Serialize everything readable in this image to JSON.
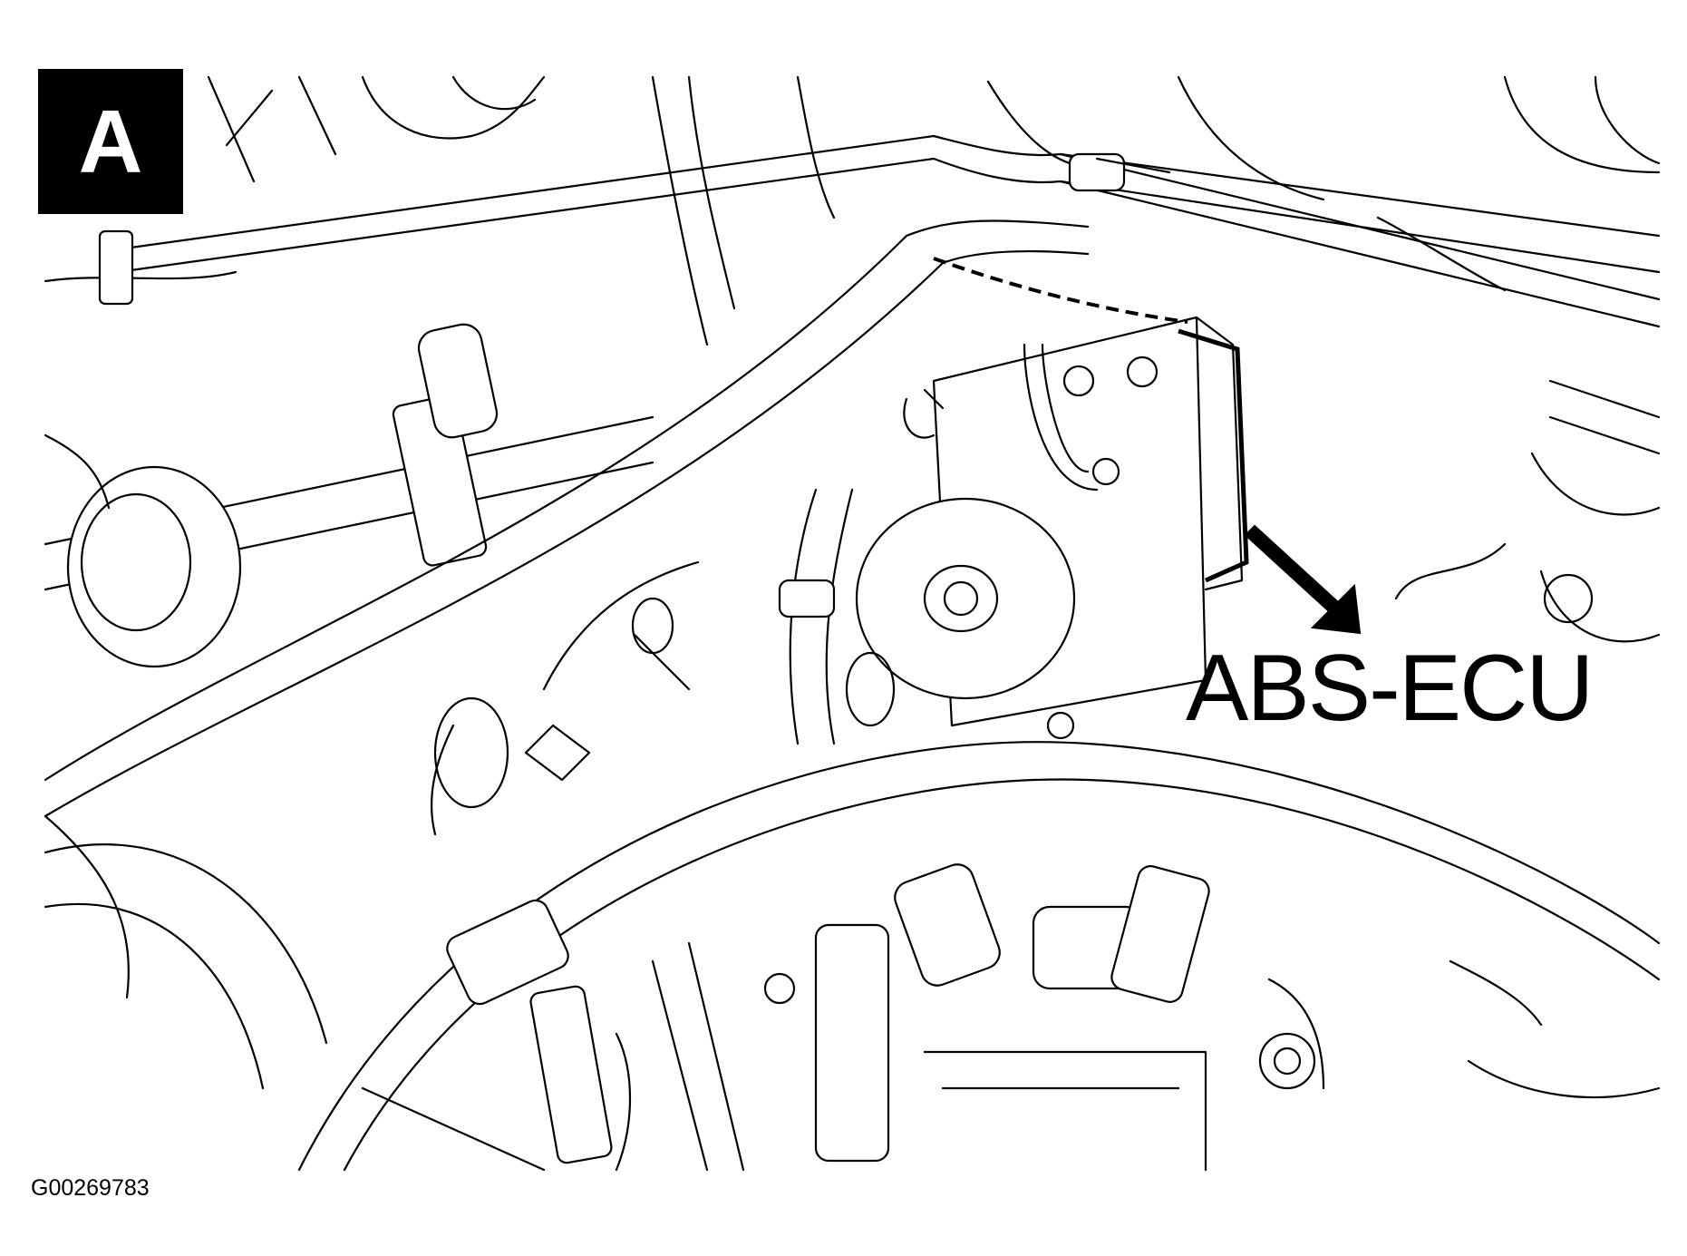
{
  "panel": {
    "letter": "A"
  },
  "callouts": [
    {
      "label": "ABS-ECU"
    }
  ],
  "figure_id": "G00269783",
  "colors": {
    "line": "#000000",
    "background": "#ffffff",
    "badge": "#000000",
    "badge_text": "#ffffff"
  }
}
